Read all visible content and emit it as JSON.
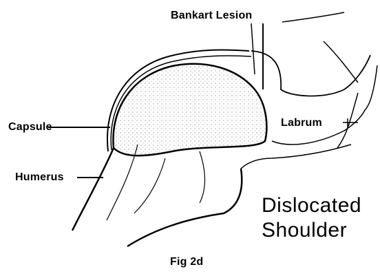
{
  "labels": {
    "bankart": "Bankart Lesion",
    "capsule": "Capsule",
    "humerus": "Humerus",
    "labrum": "Labrum",
    "title_line1": "Dislocated",
    "title_line2": "Shoulder",
    "figure_caption": "Fig 2d"
  },
  "colors": {
    "ink": "#000000",
    "paper": "#ffffff",
    "stipple": "#6b6b6b"
  }
}
